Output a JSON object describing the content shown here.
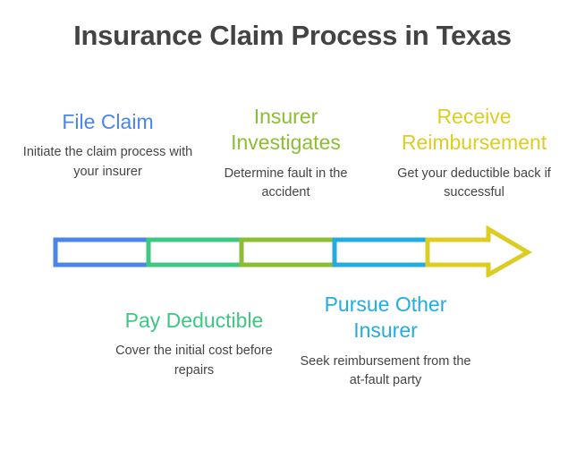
{
  "title": "Insurance Claim Process in Texas",
  "colors": {
    "title": "#434343",
    "description": "#454545",
    "step1": "#4a86e8",
    "step2": "#3cc882",
    "step3": "#8cbe31",
    "step4": "#22ace0",
    "step5": "#ddcc22",
    "background": "#ffffff"
  },
  "steps": [
    {
      "index": 1,
      "position": "above",
      "heading": "File Claim",
      "description": "Initiate the claim process with your insurer",
      "color": "#4a86e8"
    },
    {
      "index": 2,
      "position": "below",
      "heading": "Pay Deductible",
      "description": "Cover the initial cost before repairs",
      "color": "#3cc882"
    },
    {
      "index": 3,
      "position": "above",
      "heading": "Insurer Investigates",
      "description": "Determine fault in the accident",
      "color": "#8cbe31"
    },
    {
      "index": 4,
      "position": "below",
      "heading": "Pursue Other Insurer",
      "description": "Seek reimbursement from the at-fault party",
      "color": "#22ace0"
    },
    {
      "index": 5,
      "position": "above",
      "heading": "Receive Reimbursement",
      "description": "Get your deductible back if successful",
      "color": "#ddcc22"
    }
  ],
  "arrow": {
    "segments": [
      {
        "name": "segment-file-claim",
        "color": "#4a86e8"
      },
      {
        "name": "segment-pay-deductible",
        "color": "#3cc882"
      },
      {
        "name": "segment-insurer-investigates",
        "color": "#8cbe31"
      },
      {
        "name": "segment-pursue-other-insurer",
        "color": "#22ace0"
      },
      {
        "name": "segment-receive-reimbursement",
        "color": "#ddcc22"
      }
    ],
    "head": "arrowhead-right",
    "style": "outlined"
  }
}
